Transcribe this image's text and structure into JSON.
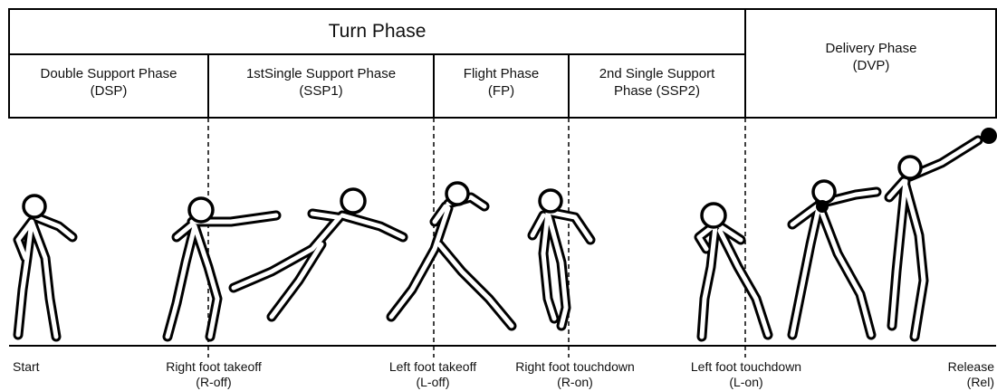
{
  "header": {
    "turn_phase": "Turn Phase",
    "delivery_phase": [
      "Delivery Phase",
      "(DVP)"
    ]
  },
  "phases": [
    {
      "line1": "Double Support Phase",
      "line2": "(DSP)"
    },
    {
      "line1": "1stSingle Support Phase",
      "line2": "(SSP1)"
    },
    {
      "line1": "Flight Phase",
      "line2": "(FP)"
    },
    {
      "line1": "2nd Single Support",
      "line2": "Phase (SSP2)"
    }
  ],
  "events": [
    {
      "label": "Start",
      "abbr": ""
    },
    {
      "label": "Right foot takeoff",
      "abbr": "(R-off)"
    },
    {
      "label": "Left foot takeoff",
      "abbr": "(L-off)"
    },
    {
      "label": "Right foot touchdown",
      "abbr": "(R-on)"
    },
    {
      "label": "Left foot touchdown",
      "abbr": "(L-on)"
    },
    {
      "label": "Release",
      "abbr": "(Rel)"
    }
  ]
}
